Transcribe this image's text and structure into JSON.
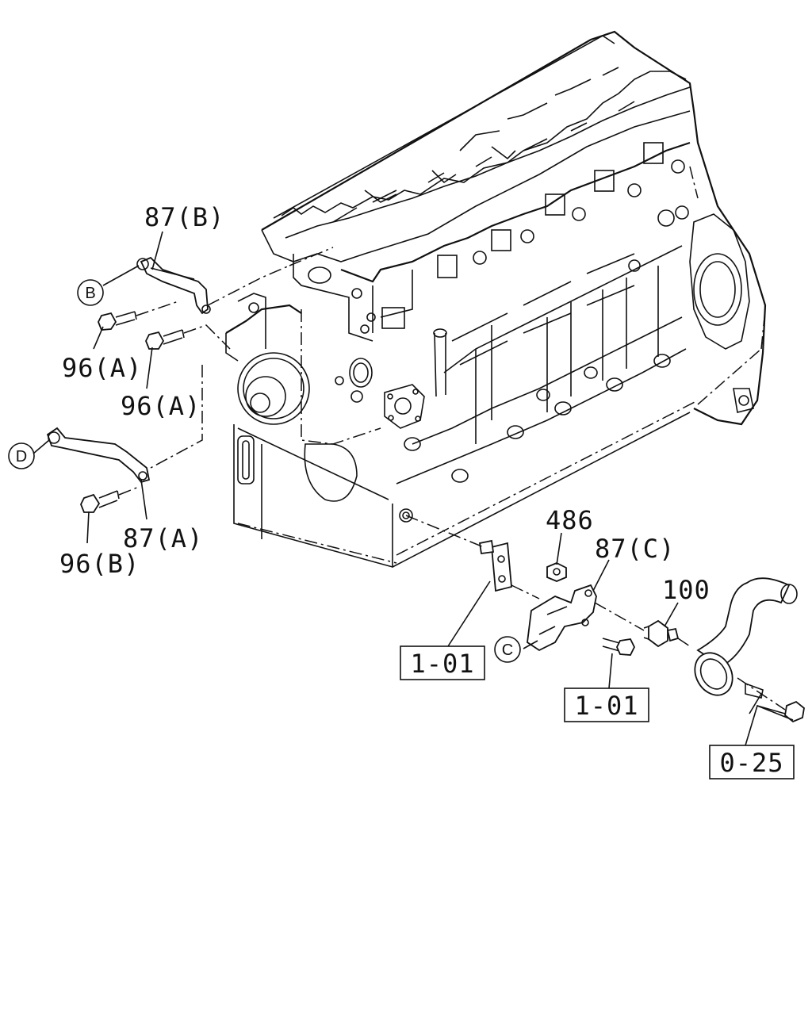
{
  "callouts": {
    "b87": "87(B)",
    "a87": "87(A)",
    "c87": "87(C)",
    "a96_1": "96(A)",
    "a96_2": "96(A)",
    "b96": "96(B)",
    "n486": "486",
    "n100": "100"
  },
  "markers": {
    "B": "B",
    "D": "D",
    "C": "C"
  },
  "refs": {
    "r1": "1-01",
    "r2": "1-01",
    "r3": "0-25"
  }
}
